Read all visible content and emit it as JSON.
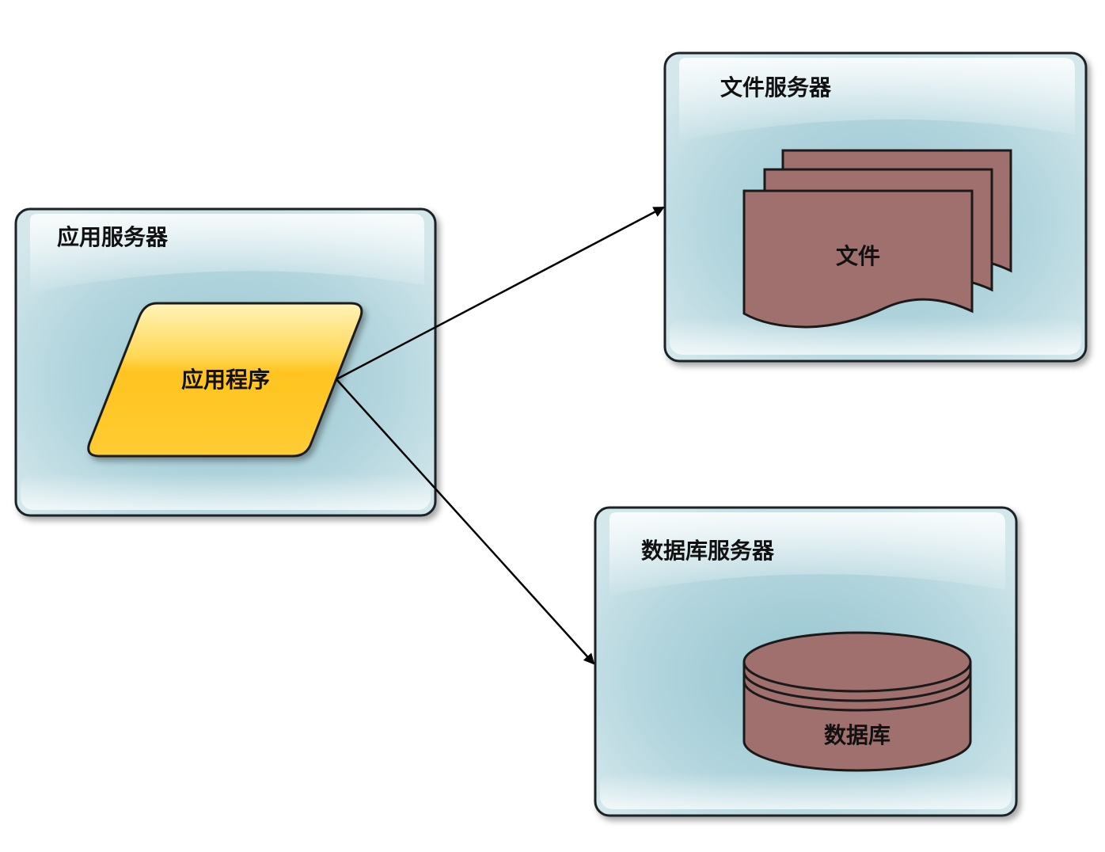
{
  "servers": {
    "app": {
      "title": "应用服务器"
    },
    "file": {
      "title": "文件服务器"
    },
    "db": {
      "title": "数据库服务器"
    }
  },
  "nodes": {
    "app_program": {
      "label": "应用程序"
    },
    "files": {
      "label": "文件"
    },
    "database": {
      "label": "数据库"
    }
  },
  "colors": {
    "server_fill": "#a9cfd8",
    "server_border": "#1d2428",
    "program_fill": "#ffc72c",
    "storage_fill": "#a0706e",
    "arrow": "#000000"
  }
}
